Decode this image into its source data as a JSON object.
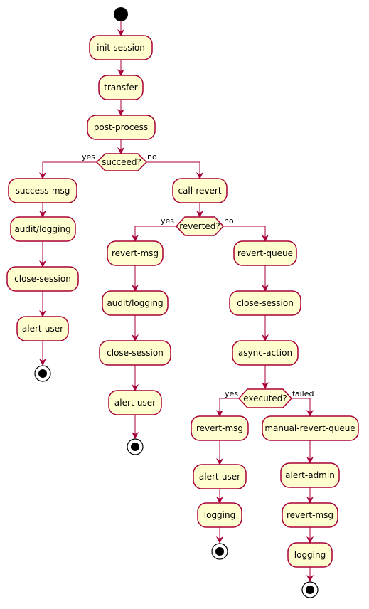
{
  "diagram": {
    "type": "activity",
    "nodes": {
      "init": "init-session",
      "transfer": "transfer",
      "post": "post-process",
      "succeed": "succeed?",
      "success_msg": "success-msg",
      "audit1": "audit/logging",
      "close1": "close-session",
      "alert1": "alert-user",
      "call_revert": "call-revert",
      "reverted": "reverted?",
      "revert_msg1": "revert-msg",
      "audit2": "audit/logging",
      "close2": "close-session",
      "alert2": "alert-user",
      "revert_queue": "revert-queue",
      "close3": "close-session",
      "async": "async-action",
      "executed": "executed?",
      "revert_msg2": "revert-msg",
      "alert3": "alert-user",
      "logging1": "logging",
      "manual": "manual-revert-queue",
      "alert_admin": "alert-admin",
      "revert_msg3": "revert-msg",
      "logging2": "logging"
    },
    "edge_labels": {
      "succeed_yes": "yes",
      "succeed_no": "no",
      "reverted_yes": "yes",
      "reverted_no": "no",
      "executed_yes": "yes",
      "executed_failed": "failed"
    }
  }
}
